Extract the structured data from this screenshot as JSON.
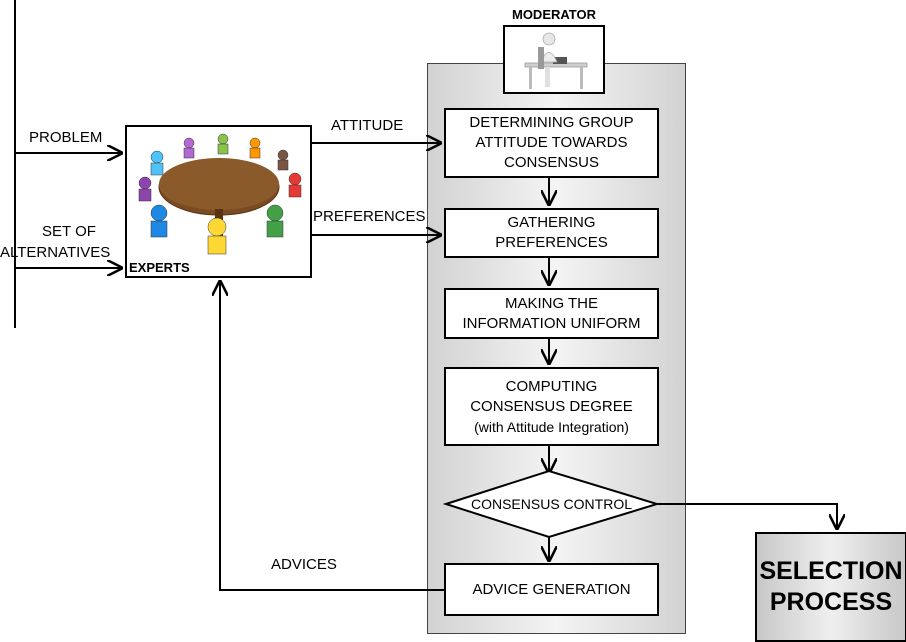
{
  "moderator": {
    "label": "MODERATOR"
  },
  "experts": {
    "label": "EXPERTS"
  },
  "inputs": {
    "problem": "PROBLEM",
    "alternatives_line1": "SET OF",
    "alternatives_line2": "ALTERNATIVES"
  },
  "arrows": {
    "attitude": "ATTITUDE",
    "preferences": "PREFERENCES",
    "advices": "ADVICES"
  },
  "steps": {
    "attitude_line1": "DETERMINING GROUP",
    "attitude_line2": "ATTITUDE TOWARDS",
    "attitude_line3": "CONSENSUS",
    "gathering_line1": "GATHERING",
    "gathering_line2": "PREFERENCES",
    "uniform_line1": "MAKING THE",
    "uniform_line2": "INFORMATION UNIFORM",
    "computing_line1": "COMPUTING",
    "computing_line2": "CONSENSUS DEGREE",
    "computing_line3": "(with Attitude Integration)",
    "control": "CONSENSUS CONTROL",
    "advice": "ADVICE GENERATION"
  },
  "selection": {
    "line1": "SELECTION",
    "line2": "PROCESS"
  }
}
